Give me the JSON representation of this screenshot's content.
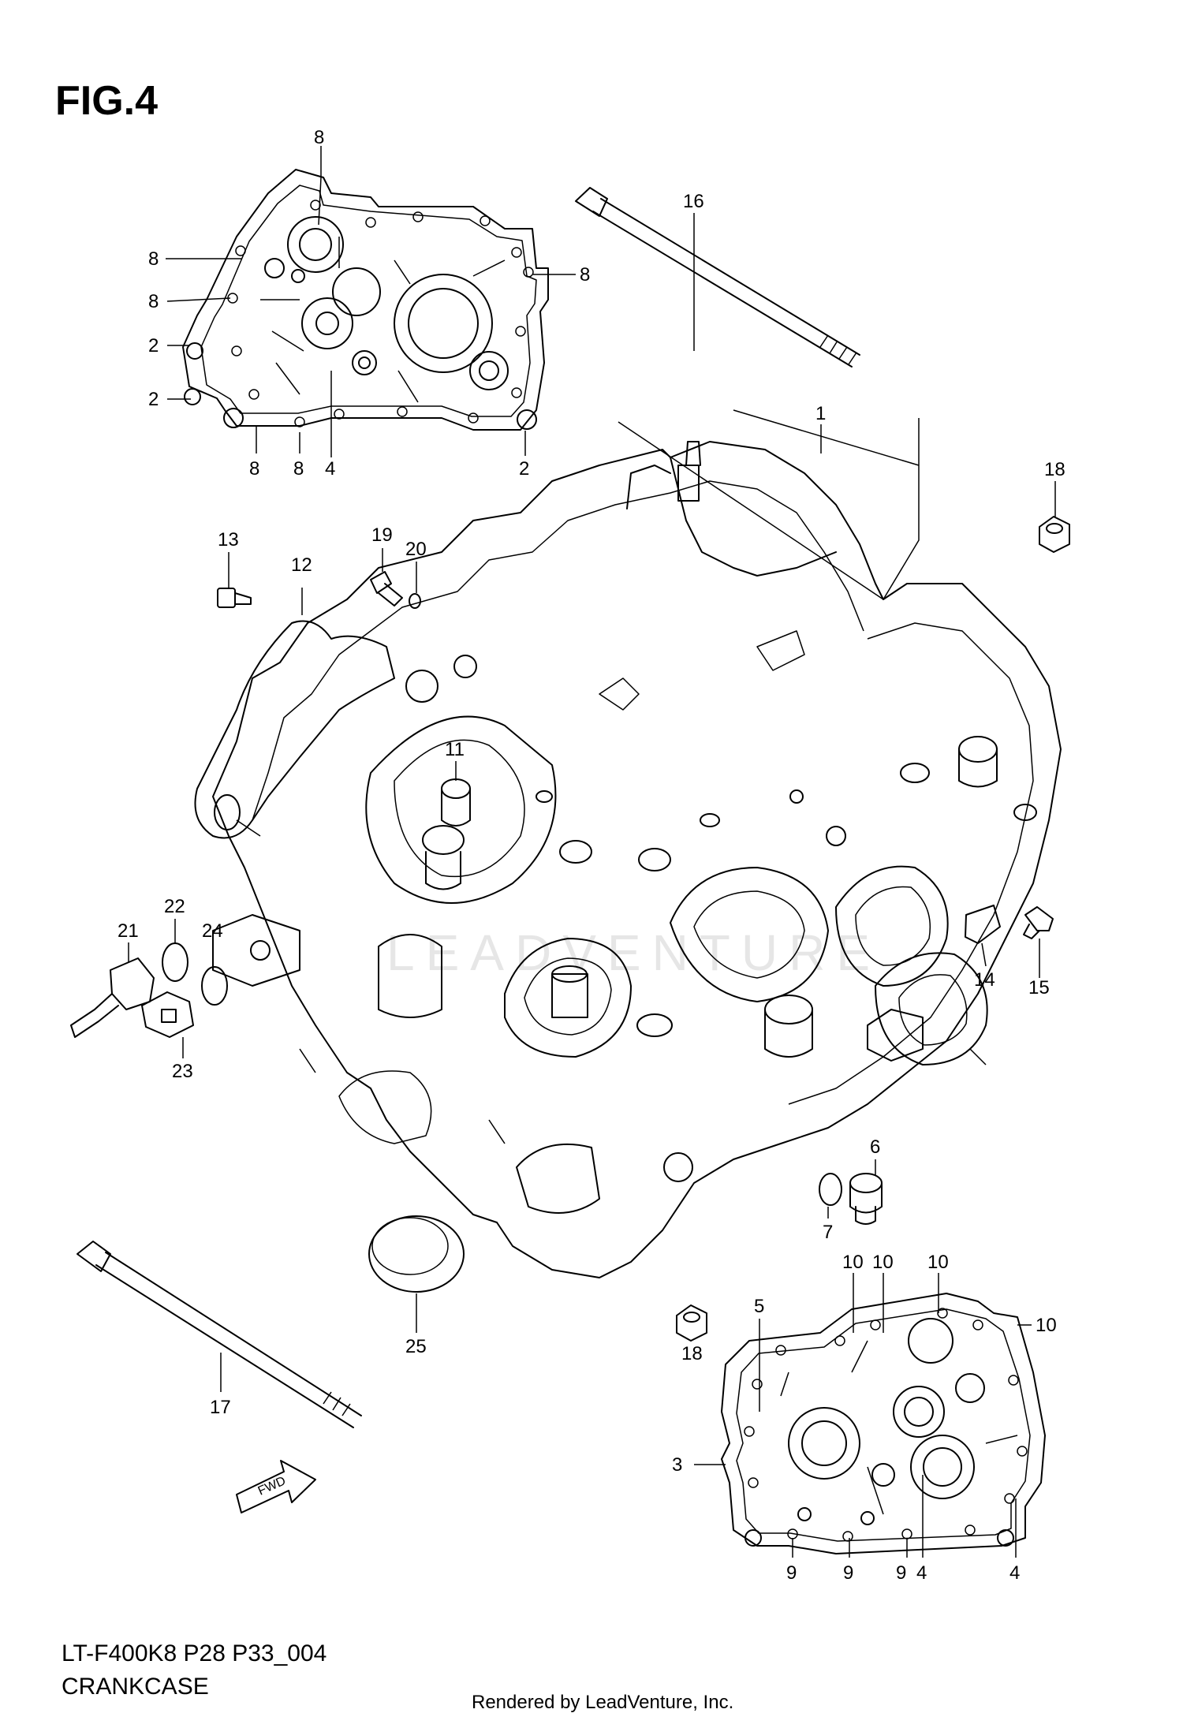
{
  "figure": {
    "title": "FIG.4",
    "model_code": "LT-F400K8 P28 P33_004",
    "section": "CRANKCASE",
    "credit": "Rendered by LeadVenture, Inc.",
    "watermark": "LEADVENTURE",
    "fwd_label": "FWD"
  },
  "callouts": [
    {
      "id": "c8a",
      "label": "8"
    },
    {
      "id": "c8b",
      "label": "8"
    },
    {
      "id": "c8c",
      "label": "8"
    },
    {
      "id": "c8d",
      "label": "8"
    },
    {
      "id": "c2a",
      "label": "2"
    },
    {
      "id": "c2b",
      "label": "2"
    },
    {
      "id": "c8e",
      "label": "8"
    },
    {
      "id": "c8f",
      "label": "8"
    },
    {
      "id": "c4a",
      "label": "4"
    },
    {
      "id": "c2c",
      "label": "2"
    },
    {
      "id": "c16",
      "label": "16"
    },
    {
      "id": "c1",
      "label": "1"
    },
    {
      "id": "c18a",
      "label": "18"
    },
    {
      "id": "c13",
      "label": "13"
    },
    {
      "id": "c19",
      "label": "19"
    },
    {
      "id": "c20",
      "label": "20"
    },
    {
      "id": "c12",
      "label": "12"
    },
    {
      "id": "c11",
      "label": "11"
    },
    {
      "id": "c21",
      "label": "21"
    },
    {
      "id": "c22",
      "label": "22"
    },
    {
      "id": "c24",
      "label": "24"
    },
    {
      "id": "c23",
      "label": "23"
    },
    {
      "id": "c6",
      "label": "6"
    },
    {
      "id": "c14",
      "label": "14"
    },
    {
      "id": "c15",
      "label": "15"
    },
    {
      "id": "c7",
      "label": "7"
    },
    {
      "id": "c10a",
      "label": "10"
    },
    {
      "id": "c10b",
      "label": "10"
    },
    {
      "id": "c10c",
      "label": "10"
    },
    {
      "id": "c10d",
      "label": "10"
    },
    {
      "id": "c25",
      "label": "25"
    },
    {
      "id": "c18b",
      "label": "18"
    },
    {
      "id": "c5",
      "label": "5"
    },
    {
      "id": "c17",
      "label": "17"
    },
    {
      "id": "c3",
      "label": "3"
    },
    {
      "id": "c9a",
      "label": "9"
    },
    {
      "id": "c9b",
      "label": "9"
    },
    {
      "id": "c9c",
      "label": "9"
    },
    {
      "id": "c4b",
      "label": "4"
    },
    {
      "id": "c4c",
      "label": "4"
    }
  ]
}
